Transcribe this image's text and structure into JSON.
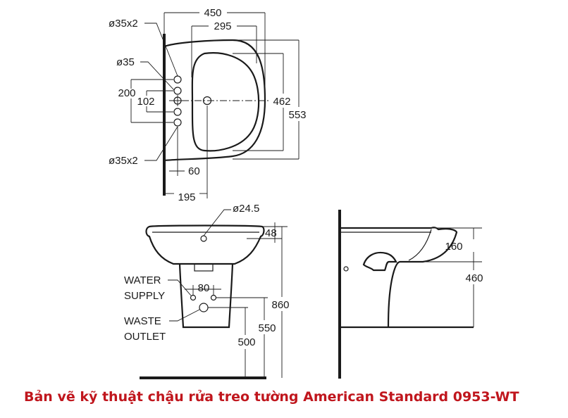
{
  "caption": "Bản vẽ kỹ thuật chậu rửa treo tường American Standard 0953-WT",
  "top_view": {
    "dims": {
      "width_overall": "450",
      "width_bowl": "295",
      "depth_bowl": "462",
      "depth_overall": "553",
      "hole_pitch_outer": "200",
      "hole_pitch_inner": "102",
      "hole_offset": "60",
      "drain_offset": "195"
    },
    "labels": {
      "holes_top": "ø35x2",
      "hole_center": "ø35",
      "holes_bottom": "ø35x2"
    }
  },
  "front_view": {
    "dims": {
      "overflow": "ø24.5",
      "rim_thickness": "48",
      "supply_spacing": "80",
      "total_height": "860",
      "supply_height": "550",
      "waste_height": "500"
    },
    "labels": {
      "water_supply_line1": "WATER",
      "water_supply_line2": "SUPPLY",
      "waste_outlet_line1": "WASTE",
      "waste_outlet_line2": "OUTLET"
    }
  },
  "side_view": {
    "dims": {
      "bowl_depth": "160",
      "pedestal_height": "460"
    }
  }
}
